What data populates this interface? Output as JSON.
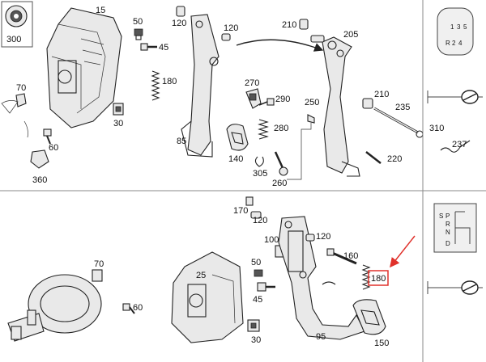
{
  "labels": {
    "l300": "300",
    "l15": "15",
    "l50a": "50",
    "l45a": "45",
    "l120a": "120",
    "l120b": "120",
    "l210a": "210",
    "l205": "205",
    "l180a": "180",
    "l70a": "70",
    "l30a": "30",
    "l60a": "60",
    "l360": "360",
    "l270": "270",
    "l290": "290",
    "l250": "250",
    "l280": "280",
    "l210b": "210",
    "l235": "235",
    "l310": "310",
    "l237": "237",
    "l85": "85",
    "l140": "140",
    "l305": "305",
    "l260": "260",
    "l220": "220",
    "l170": "170",
    "l120c": "120",
    "l100": "100",
    "l120d": "120",
    "l160": "160",
    "l180b": "180",
    "l70b": "70",
    "l25": "25",
    "l50b": "50",
    "l45b": "45",
    "l60b": "60",
    "l30b": "30",
    "l95": "95",
    "l150": "150"
  },
  "panels": {
    "gear_top": {
      "g1": "1",
      "g3": "3",
      "g5": "5",
      "gr": "R",
      "g2": "2",
      "g4": "4"
    },
    "gear_bottom": {
      "s": "S",
      "p": "P",
      "r": "R",
      "n": "N",
      "d": "D"
    }
  },
  "callout": {
    "highlighted": "180",
    "color": "#e0312b"
  }
}
